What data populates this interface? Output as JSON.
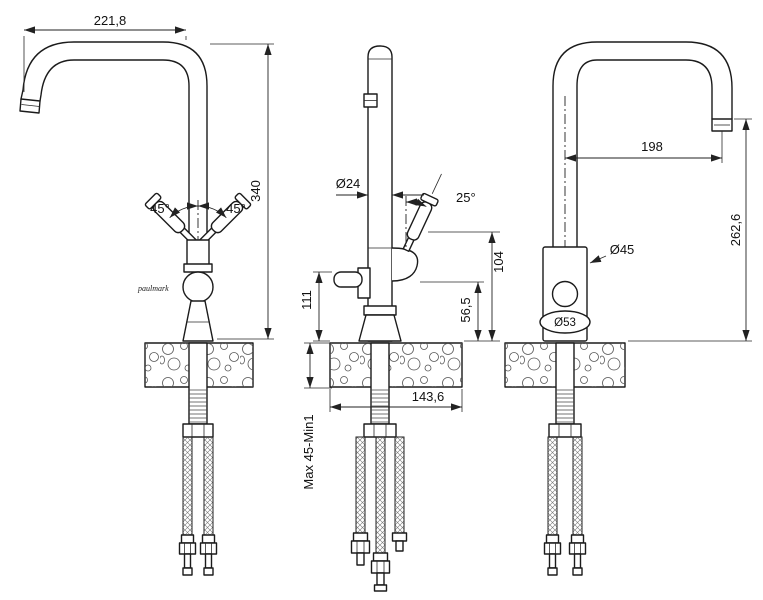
{
  "page": {
    "background": "#ffffff",
    "line_color": "#1b1b1b"
  },
  "brand": "paulmark",
  "views": {
    "left": {
      "dim_top_width": "221,8",
      "dim_height": "340",
      "angle_left_handle": "45°",
      "angle_right_handle": "45°"
    },
    "front": {
      "dim_spout_diameter": "Ø24",
      "angle_handle": "25°",
      "dim_side_lever_height": "111",
      "dim_handle_height": "104",
      "dim_joint_height": "56,5",
      "dim_base_width": "143,6",
      "dim_mount_thickness": "Max 45-Min1"
    },
    "right": {
      "dim_spout_reach": "198",
      "dim_spout_height": "262,6",
      "dim_body_diameter": "Ø45",
      "dim_base_diameter": "Ø53"
    }
  }
}
